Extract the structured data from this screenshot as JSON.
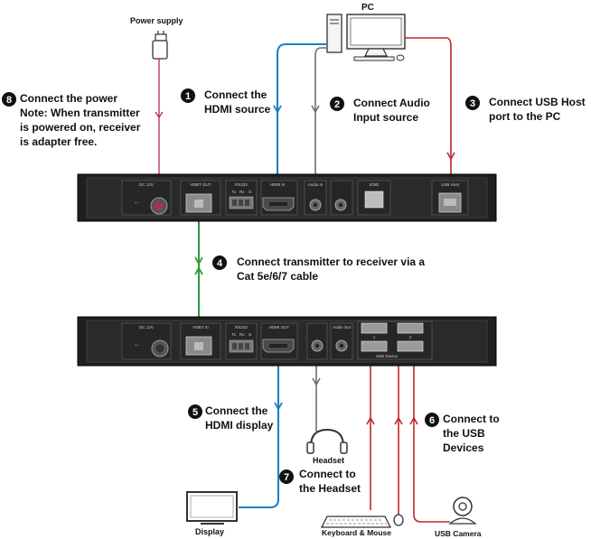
{
  "labels": {
    "pc": "PC",
    "power_supply": "Power supply",
    "headset": "Headset",
    "display": "Display",
    "keyboard_mouse": "Keyboard & Mouse",
    "usb_camera": "USB Camera"
  },
  "steps": [
    {
      "num": "1",
      "lines": [
        "Connect the",
        "HDMI source"
      ]
    },
    {
      "num": "2",
      "lines": [
        "Connect Audio",
        "Input source"
      ]
    },
    {
      "num": "3",
      "lines": [
        "Connect USB Host",
        "port to the PC"
      ]
    },
    {
      "num": "4",
      "lines": [
        "Connect transmitter to receiver via a",
        "Cat 5e/6/7 cable"
      ]
    },
    {
      "num": "5",
      "lines": [
        "Connect the",
        "HDMI display"
      ]
    },
    {
      "num": "6",
      "lines": [
        "Connect to",
        "the USB",
        "Devices"
      ]
    },
    {
      "num": "7",
      "lines": [
        "Connect to",
        "the Headset"
      ]
    },
    {
      "num": "8",
      "lines": [
        "Connect the power",
        "Note: When transmitter",
        "is powered on, receiver",
        "is adapter free."
      ]
    }
  ],
  "transmitter_ports": {
    "dc": "DC 12V",
    "hdbt": "HDBT OUT",
    "rs232": "RS232",
    "rs232_pins": [
      "Tx",
      "Rx",
      "G"
    ],
    "hdmi": "HDMI In",
    "audio": "Audio In",
    "edid": "EDID",
    "usb": "USB Host"
  },
  "receiver_ports": {
    "dc": "DC 12V",
    "hdbt": "HDBT In",
    "rs232": "RS232",
    "rs232_pins": [
      "Tx",
      "Rx",
      "G"
    ],
    "hdmi": "HDMI OUT",
    "audio": "Audio Out",
    "usb_nums": [
      "1",
      "2"
    ],
    "usb": "USB Device"
  },
  "colors": {
    "hdmi": "#1a7fc1",
    "audio": "#6e6e6e",
    "usb": "#c0282d",
    "power": "#b0304a",
    "cat": "#2e9a3d"
  }
}
